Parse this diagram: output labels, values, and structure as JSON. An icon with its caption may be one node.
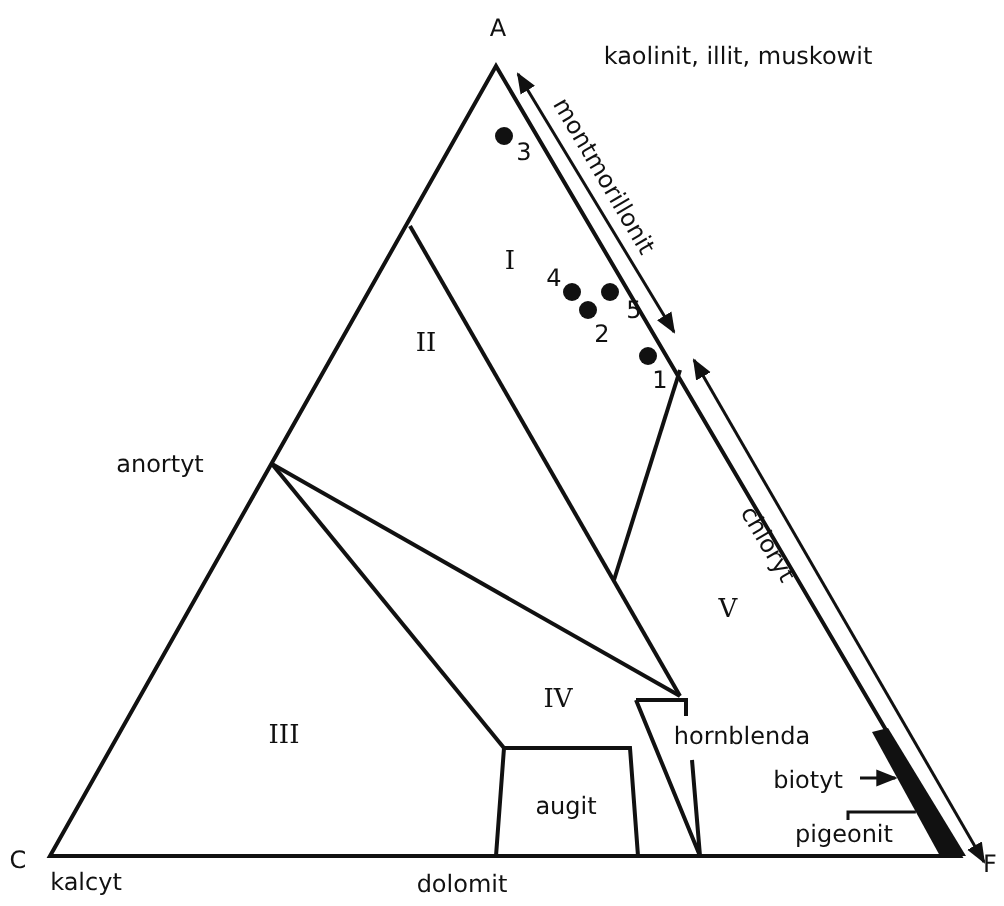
{
  "diagram": {
    "nodes": [
      {
        "text": [
          "biotyt"
        ]
      },
      {
        "text": [],
        "shape": "bar"
      },
      {
        "text": [
          "pigeonit"
        ]
      }
    ],
    "edges": [
      {
        "from": 0,
        "to": 1,
        "arrow": "to"
      },
      {
        "from": 2,
        "to": 1,
        "arrow": "none"
      }
    ],
    "labels": [
      "A",
      "kaolinit, illit, muskowit",
      "montmorillonit",
      "3",
      "I",
      "4",
      "5",
      "2",
      "1",
      "II",
      "anortyt",
      "chloryt",
      "V",
      "III",
      "IV",
      "hornblenda",
      "augit",
      "C",
      "kalcyt",
      "dolomit",
      "F"
    ]
  }
}
